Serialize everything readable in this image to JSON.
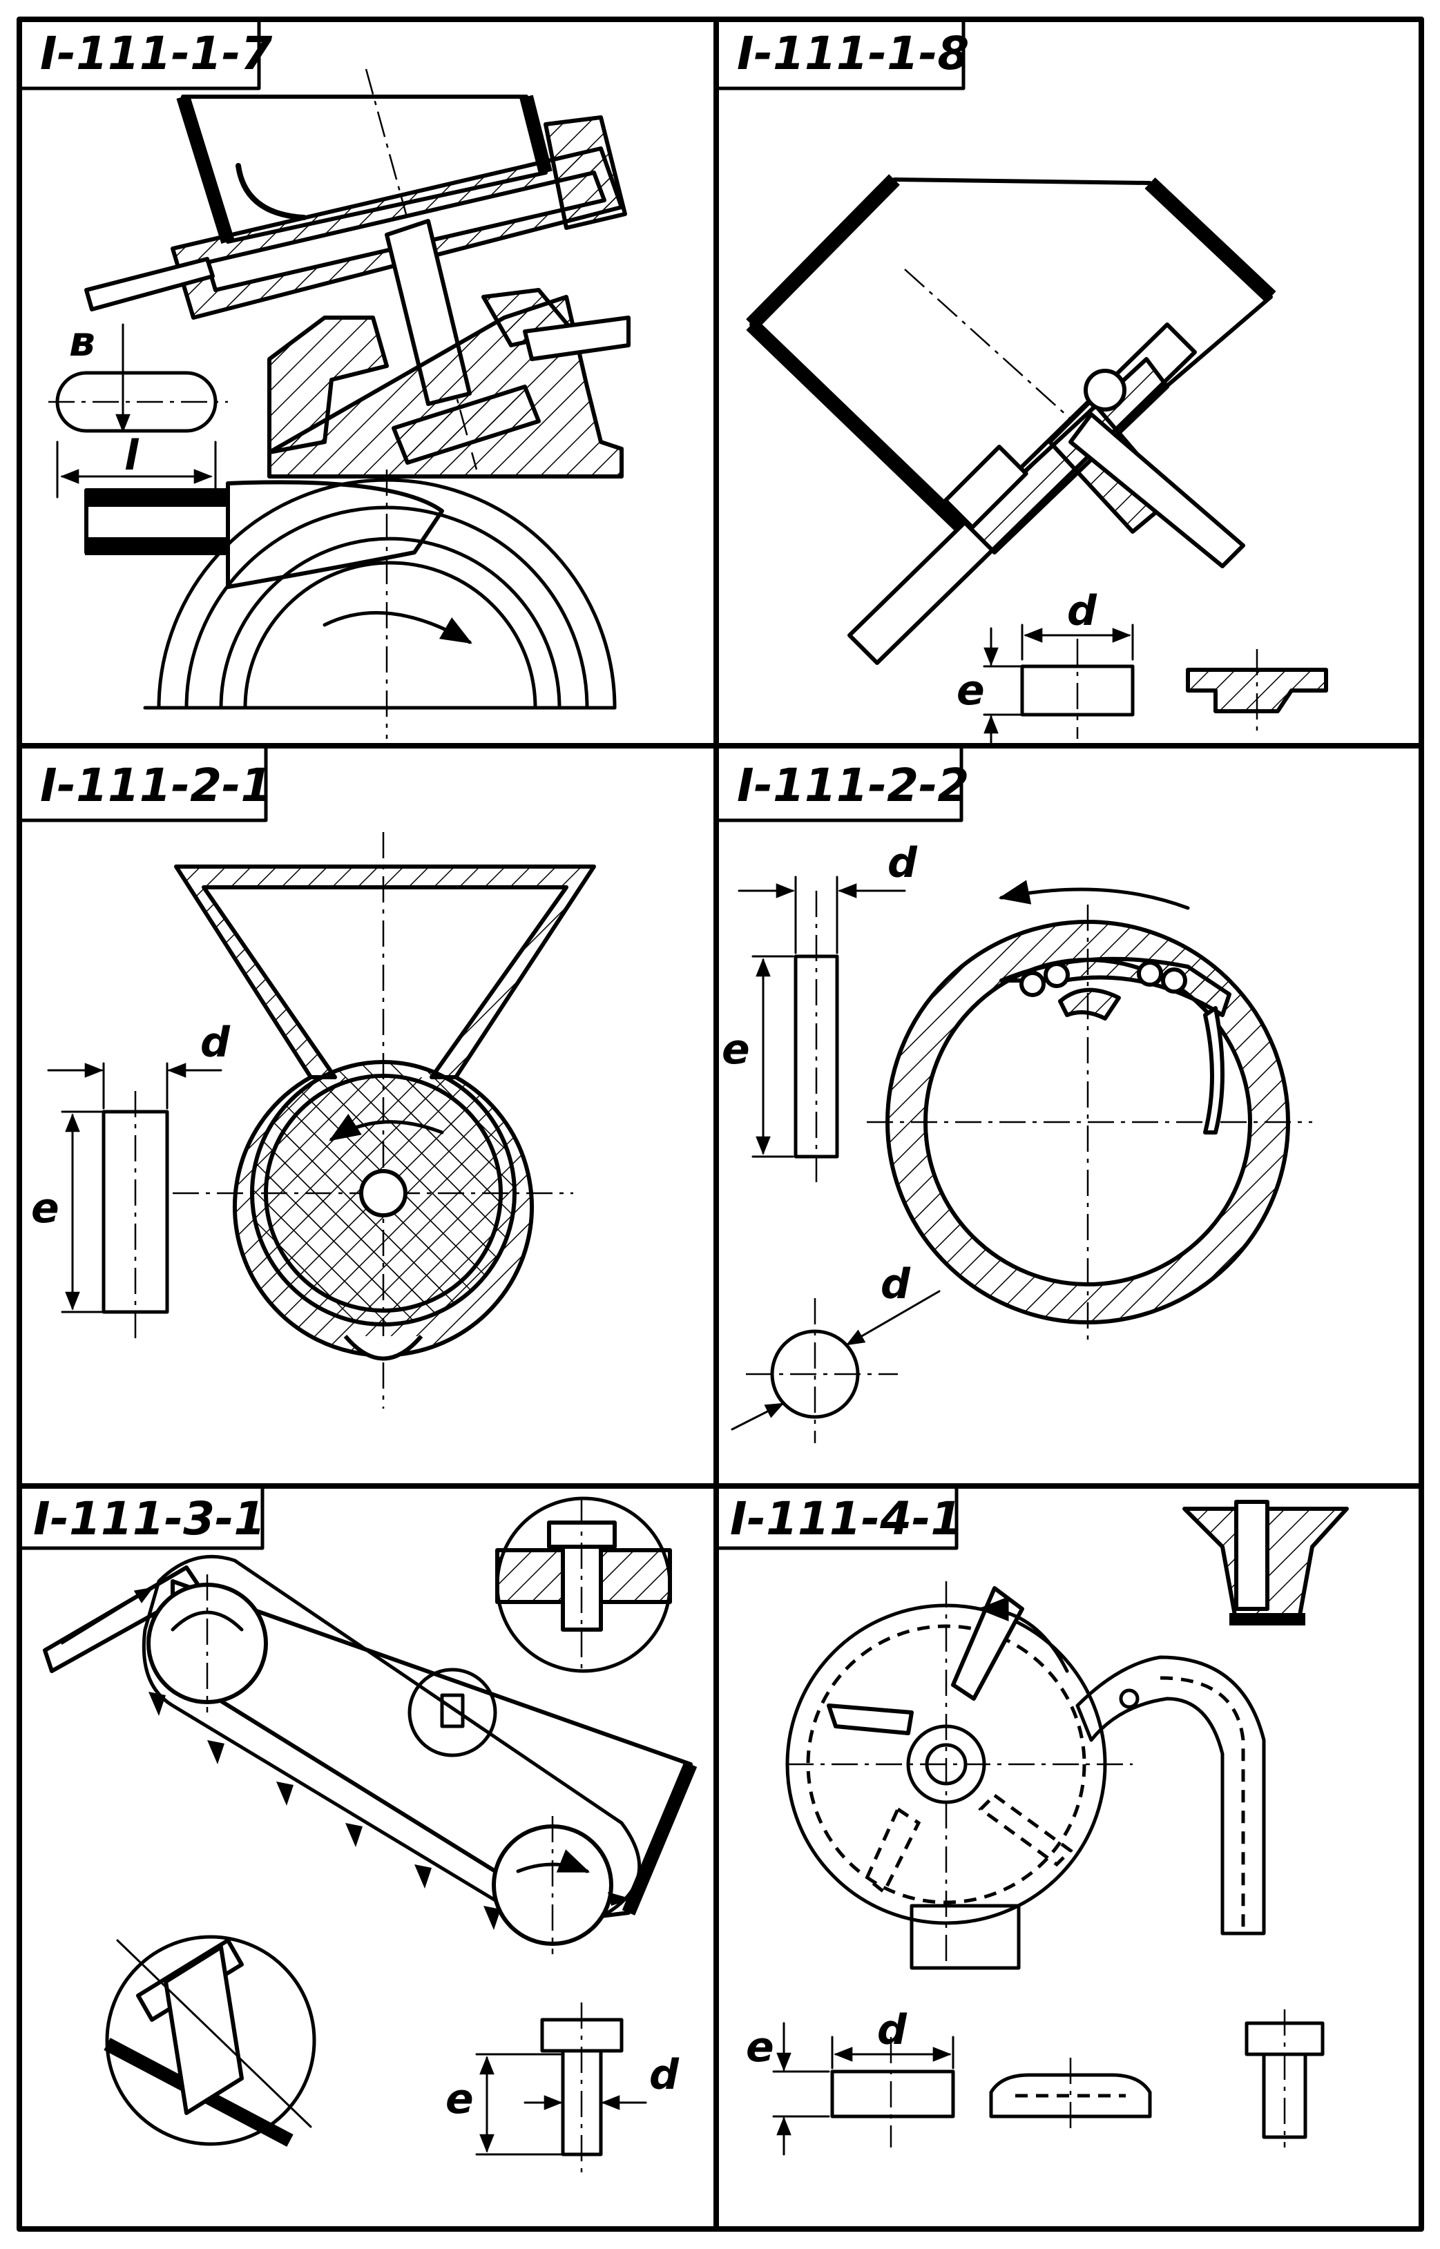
{
  "panels": [
    {
      "code": "I-111-1-7",
      "dims": [
        "в",
        "l"
      ]
    },
    {
      "code": "I-111-1-8",
      "dims": [
        "d",
        "e"
      ]
    },
    {
      "code": "I-111-2-1",
      "dims": [
        "d",
        "e"
      ]
    },
    {
      "code": "I-111-2-2",
      "dims": [
        "d",
        "e",
        "d"
      ]
    },
    {
      "code": "I-111-3-1",
      "dims": [
        "e",
        "d"
      ]
    },
    {
      "code": "I-111-4-1",
      "dims": [
        "e",
        "d"
      ]
    }
  ]
}
